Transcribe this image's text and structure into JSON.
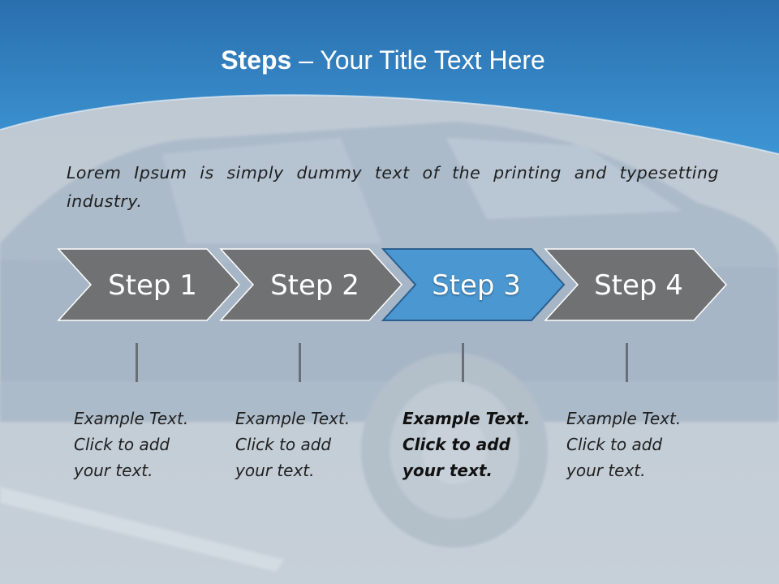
{
  "slide": {
    "title_bold": "Steps",
    "title_rest": " – Your Title Text Here",
    "intro": "Lorem Ipsum is simply dummy text of the printing and typesetting industry."
  },
  "steps": [
    {
      "label": "Step 1",
      "desc": [
        "Example Text.",
        "Click  to add",
        "your text."
      ],
      "active": false
    },
    {
      "label": "Step 2",
      "desc": [
        "Example Text.",
        "Click  to add",
        "your text."
      ],
      "active": false
    },
    {
      "label": "Step 3",
      "desc": [
        "Example Text.",
        "Click  to add",
        "your text."
      ],
      "active": true
    },
    {
      "label": "Step 4",
      "desc": [
        "Example Text.",
        "Click  to add",
        "your text."
      ],
      "active": false
    }
  ],
  "colors": {
    "header_blue": "#2b7cc0",
    "active_step": "#4a97d1",
    "inactive_step": "#6f7173",
    "overlay": "#c9d3dd"
  }
}
